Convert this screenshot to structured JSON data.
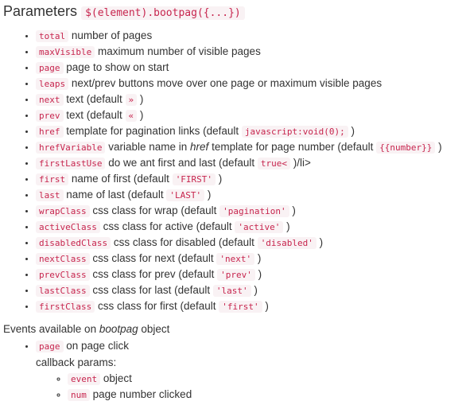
{
  "heading": {
    "text": "Parameters",
    "code": "$(element).bootpag({...})"
  },
  "params": [
    {
      "segments": [
        {
          "code": "total"
        },
        {
          "text": " number of pages"
        }
      ]
    },
    {
      "segments": [
        {
          "code": "maxVisible"
        },
        {
          "text": " maximum number of visible pages"
        }
      ]
    },
    {
      "segments": [
        {
          "code": "page"
        },
        {
          "text": " page to show on start"
        }
      ]
    },
    {
      "segments": [
        {
          "code": "leaps"
        },
        {
          "text": " next/prev buttons move over one page or maximum visible pages"
        }
      ]
    },
    {
      "segments": [
        {
          "code": "next"
        },
        {
          "text": " text (default "
        },
        {
          "code": "»"
        },
        {
          "text": " )"
        }
      ]
    },
    {
      "segments": [
        {
          "code": "prev"
        },
        {
          "text": " text (default "
        },
        {
          "code": "«"
        },
        {
          "text": " )"
        }
      ]
    },
    {
      "segments": [
        {
          "code": "href"
        },
        {
          "text": " template for pagination links (default "
        },
        {
          "code": "javascript:void(0);"
        },
        {
          "text": " )"
        }
      ]
    },
    {
      "segments": [
        {
          "code": "hrefVariable"
        },
        {
          "text": " variable name in "
        },
        {
          "em": "href"
        },
        {
          "text": " template for page number (default "
        },
        {
          "code": "{{number}}"
        },
        {
          "text": " )"
        }
      ]
    },
    {
      "segments": [
        {
          "code": "firstLastUse"
        },
        {
          "text": " do we ant first and last (default "
        },
        {
          "code": "true<"
        },
        {
          "text": " )/li>"
        }
      ]
    },
    {
      "segments": [
        {
          "code": "first"
        },
        {
          "text": " name of first (default "
        },
        {
          "code": "'FIRST'"
        },
        {
          "text": " )"
        }
      ]
    },
    {
      "segments": [
        {
          "code": "last"
        },
        {
          "text": " name of last (default "
        },
        {
          "code": "'LAST'"
        },
        {
          "text": " )"
        }
      ]
    },
    {
      "segments": [
        {
          "code": "wrapClass"
        },
        {
          "text": " css class for wrap (default "
        },
        {
          "code": "'pagination'"
        },
        {
          "text": " )"
        }
      ]
    },
    {
      "segments": [
        {
          "code": "activeClass"
        },
        {
          "text": " css class for active (default "
        },
        {
          "code": "'active'"
        },
        {
          "text": " )"
        }
      ]
    },
    {
      "segments": [
        {
          "code": "disabledClass"
        },
        {
          "text": " css class for disabled (default "
        },
        {
          "code": "'disabled'"
        },
        {
          "text": " )"
        }
      ]
    },
    {
      "segments": [
        {
          "code": "nextClass"
        },
        {
          "text": " css class for next (default "
        },
        {
          "code": "'next'"
        },
        {
          "text": " )"
        }
      ]
    },
    {
      "segments": [
        {
          "code": "prevClass"
        },
        {
          "text": " css class for prev (default "
        },
        {
          "code": "'prev'"
        },
        {
          "text": " )"
        }
      ]
    },
    {
      "segments": [
        {
          "code": "lastClass"
        },
        {
          "text": " css class for last (default "
        },
        {
          "code": "'last'"
        },
        {
          "text": " )"
        }
      ]
    },
    {
      "segments": [
        {
          "code": "firstClass"
        },
        {
          "text": " css class for first (default "
        },
        {
          "code": "'first'"
        },
        {
          "text": " )"
        }
      ]
    }
  ],
  "events": {
    "intro": {
      "before": "Events available on ",
      "em": "bootpag",
      "after": " object"
    },
    "page_event": {
      "code": "page",
      "text": " on page click"
    },
    "callback_label": "callback params:",
    "callback_params": [
      {
        "code": "event",
        "text": " object"
      },
      {
        "code": "num",
        "text": " page number clicked"
      }
    ]
  },
  "colors": {
    "code_text": "#c7254e",
    "code_bg": "#f9f2f4",
    "body_text": "#333333"
  }
}
